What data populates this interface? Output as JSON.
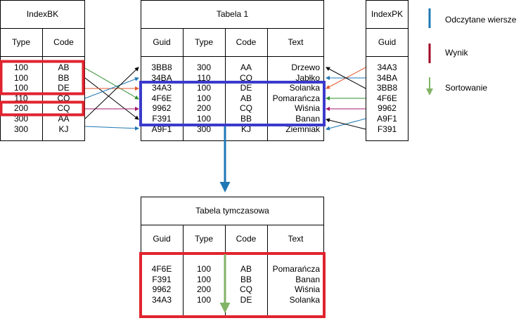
{
  "indexBK": {
    "title": "IndexBK",
    "headers": [
      "Type",
      "Code"
    ],
    "type_col": "100\n100\n100\n110\n200\n300\n300",
    "code_col": "AB\nBB\nDE\nCQ\nCQ\nAA\nKJ"
  },
  "tabela1": {
    "title": "Tabela 1",
    "headers": [
      "Guid",
      "Type",
      "Code",
      "Text"
    ],
    "guid_col": "3BB8\n34BA\n34A3\n4F6E\n9962\nF391\nA9F1",
    "type_col": "300\n110\n100\n100\n200\n100\n300",
    "code_col": "AA\nCQ\nDE\nAB\nCQ\nBB\nKJ",
    "text_col": "Drzewo\nJabłko\nSolanka\nPomarańcza\nWiśnia\nBanan\nZiemniak"
  },
  "indexPK": {
    "title": "IndexPK",
    "headers": [
      "Guid"
    ],
    "guid_col": "34A3\n34BA\n3BB8\n4F6E\n9962\nA9F1\nF391"
  },
  "tymczasowa": {
    "title": "Tabela tymczasowa",
    "headers": [
      "Guid",
      "Type",
      "Code",
      "Text"
    ],
    "guid_col": "4F6E\nF391\n9962\n34A3",
    "type_col": "100\n100\n200\n100",
    "code_col": "AB\nBB\nCQ\nDE",
    "text_col": "Pomarańcza\nBanan\nWiśnia\nSolanka"
  },
  "legend": {
    "read_rows": "Odczytane wiersze",
    "result": "Wynik",
    "sorting": "Sortowanie"
  },
  "colors": {
    "blue": "#1f77b4",
    "red": "#e0232e",
    "green": "#82b366",
    "darkred": "#a20025",
    "highlight_blue": "#3b3bcc",
    "orange": "#e4572e",
    "purple": "#a3186b",
    "green_arrow": "#2e8b2e"
  }
}
